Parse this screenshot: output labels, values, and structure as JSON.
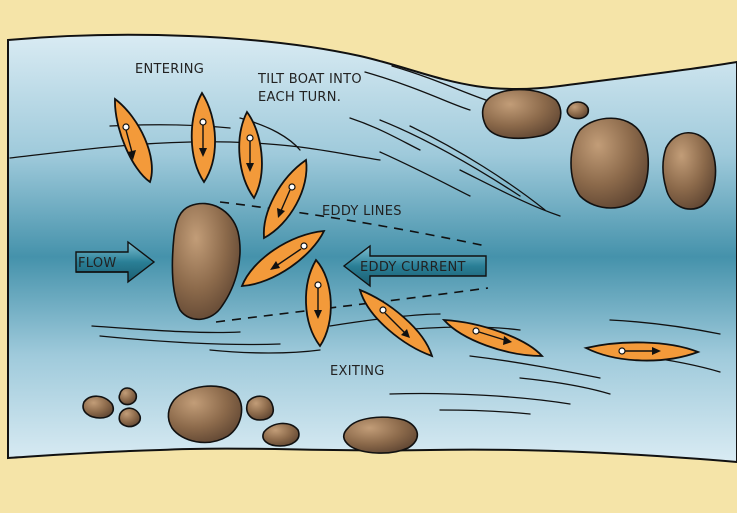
{
  "labels": {
    "entering": "ENTERING",
    "tilt_line1": "TILT BOAT INTO",
    "tilt_line2": "EACH TURN.",
    "eddy_lines": "EDDY LINES",
    "flow": "FLOW",
    "eddy_current": "EDDY CURRENT",
    "exiting": "EXITING"
  },
  "colors": {
    "sand": "#f5e4a8",
    "water_light": "#d6e9f1",
    "water_mid": "#8fc1d3",
    "water_core": "#3f8fa8",
    "rock_light": "#b08a66",
    "rock_dark": "#6b4f37",
    "boat_fill": "#f39a3a",
    "boat_outline": "#111111",
    "arrow_teal": "#2a7f96"
  },
  "icons": {
    "flow_arrow": "right-arrow-icon",
    "eddy_arrow": "left-arrow-icon",
    "boat": "kayak-icon",
    "rock": "rock-icon"
  }
}
